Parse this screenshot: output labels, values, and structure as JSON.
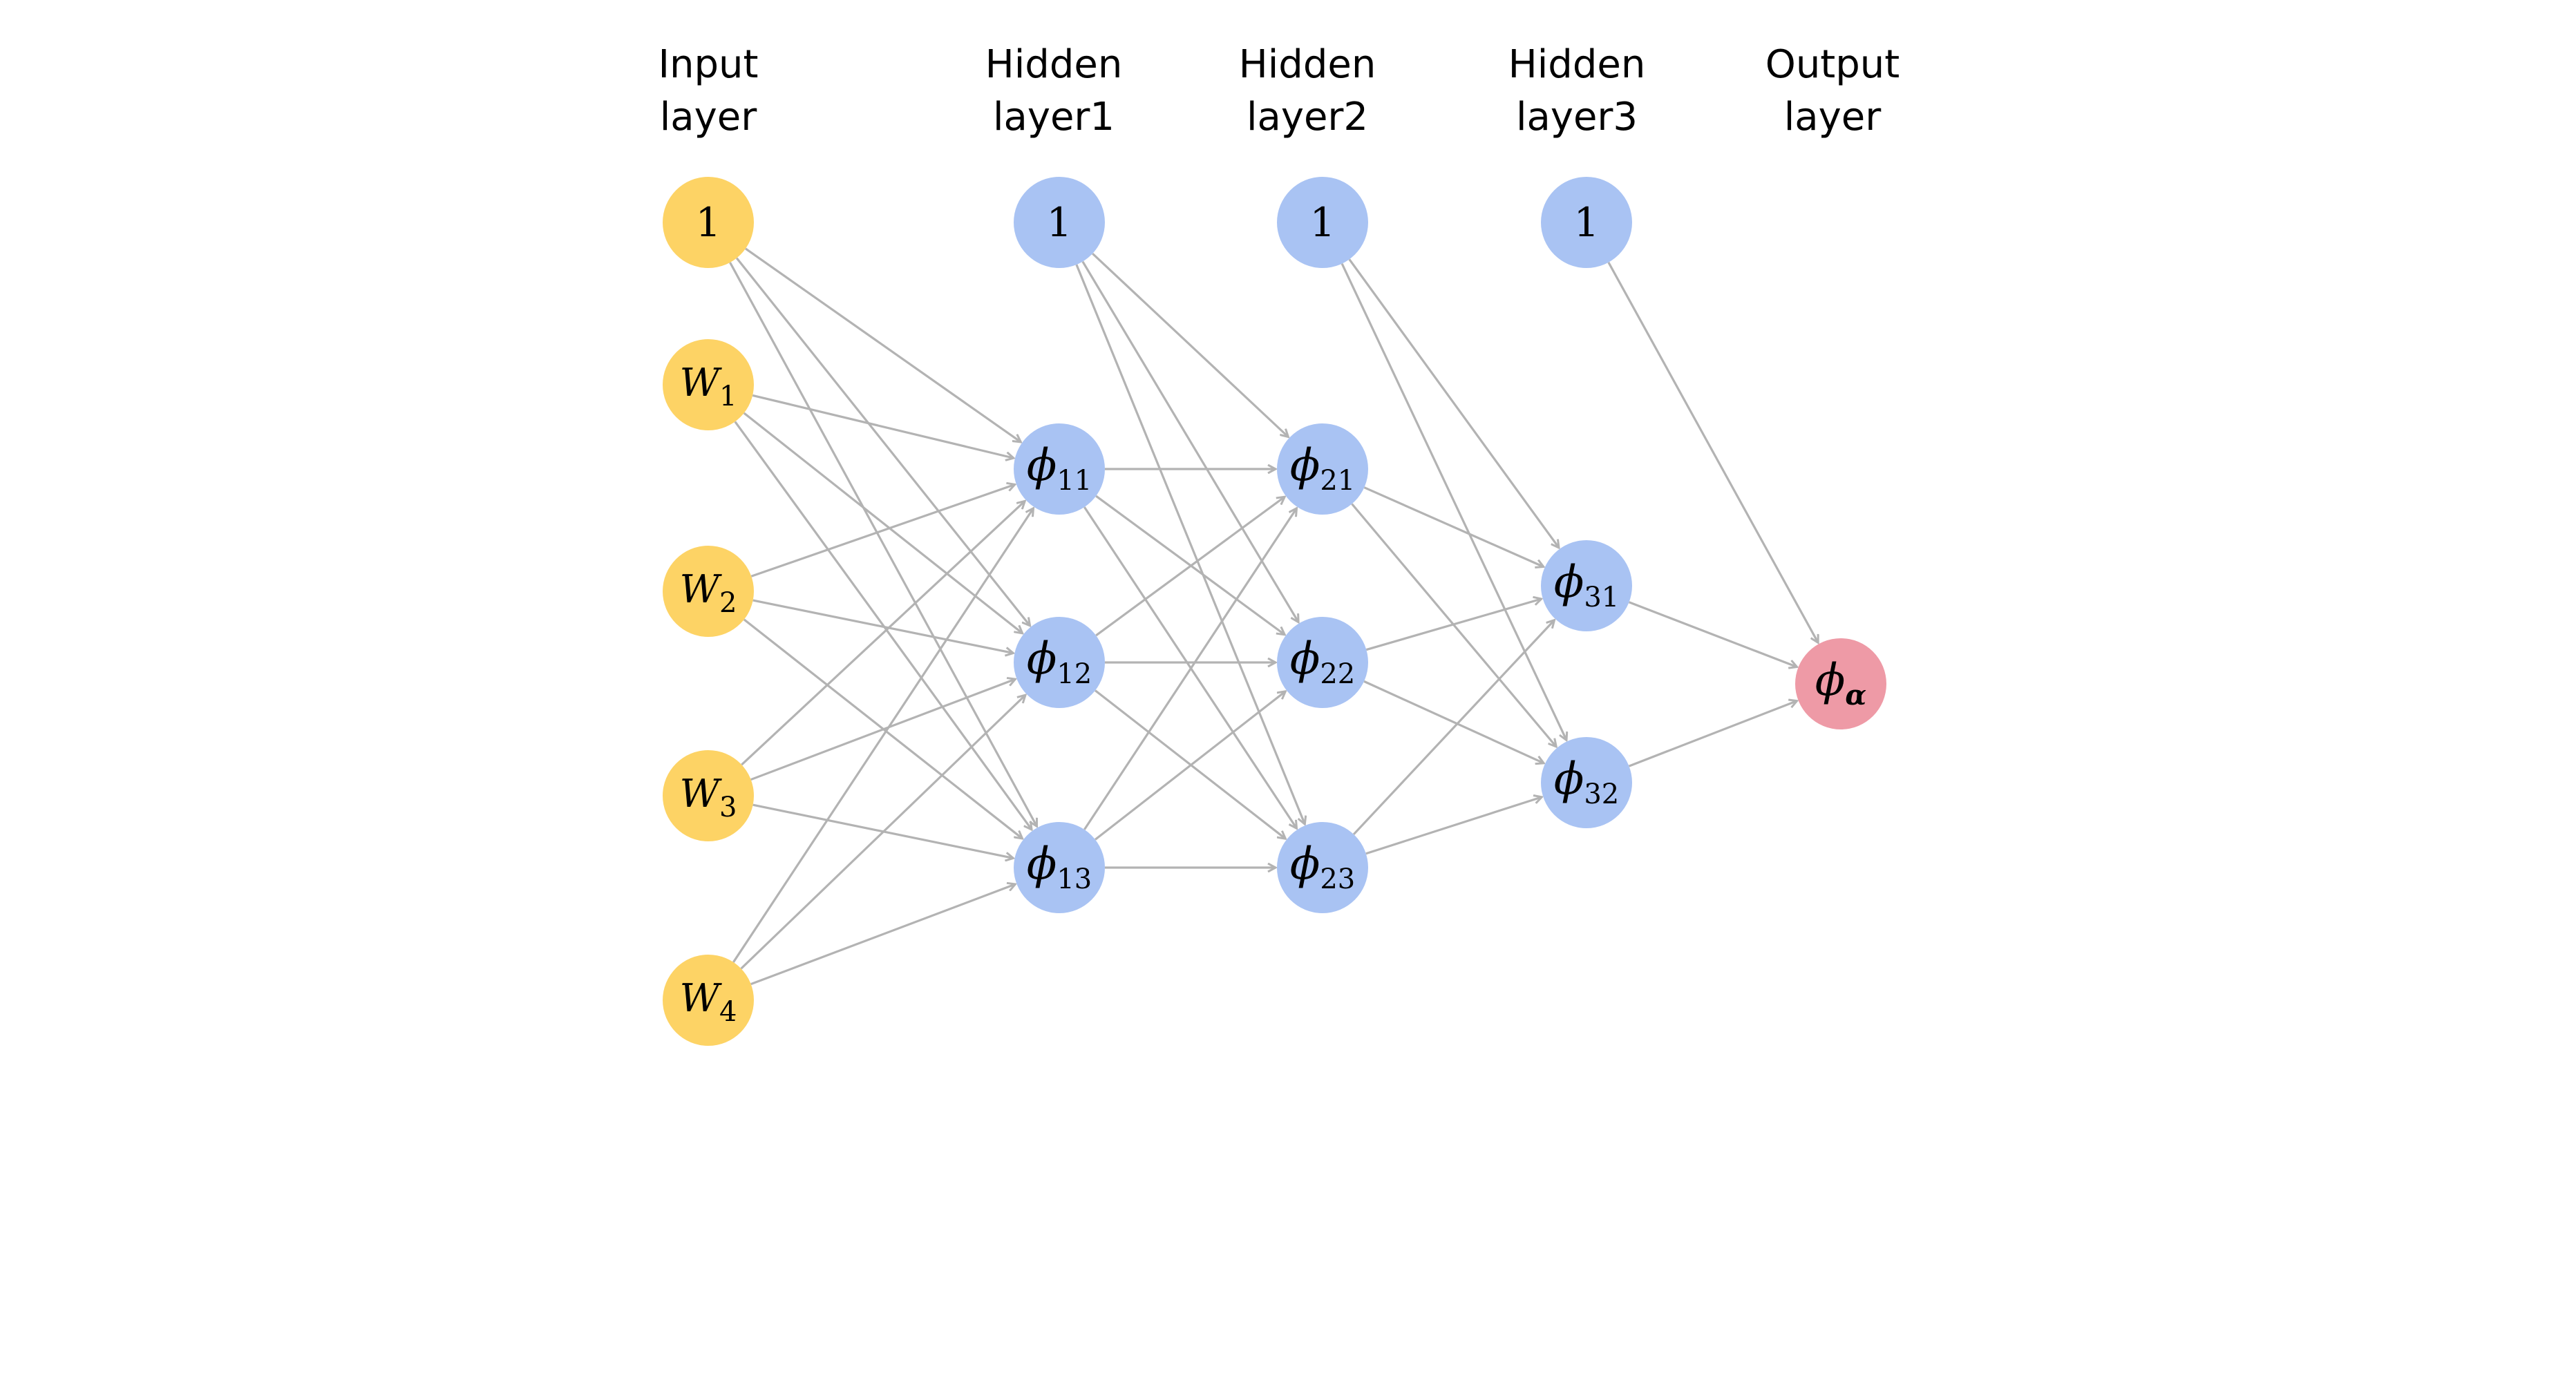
{
  "diagram": {
    "type": "feed-forward neural network",
    "colors": {
      "input": "#fdd365",
      "hidden": "#a9c3f3",
      "output": "#ee9aa6",
      "edge": "#b3b3b3",
      "text": "#000000"
    },
    "layers": [
      {
        "id": "input",
        "title": [
          "Input",
          "layer"
        ],
        "kind": "input",
        "nodes": [
          {
            "id": "in-bias",
            "label": "1",
            "sub": ""
          },
          {
            "id": "in-w1",
            "label": "W",
            "sub": "1"
          },
          {
            "id": "in-w2",
            "label": "W",
            "sub": "2"
          },
          {
            "id": "in-w3",
            "label": "W",
            "sub": "3"
          },
          {
            "id": "in-w4",
            "label": "W",
            "sub": "4"
          }
        ]
      },
      {
        "id": "h1",
        "title": [
          "Hidden",
          "layer1"
        ],
        "kind": "hidden",
        "nodes": [
          {
            "id": "h1-bias",
            "label": "1",
            "sub": ""
          },
          {
            "id": "phi11",
            "label": "ϕ",
            "sub": "11"
          },
          {
            "id": "phi12",
            "label": "ϕ",
            "sub": "12"
          },
          {
            "id": "phi13",
            "label": "ϕ",
            "sub": "13"
          }
        ]
      },
      {
        "id": "h2",
        "title": [
          "Hidden",
          "layer2"
        ],
        "kind": "hidden",
        "nodes": [
          {
            "id": "h2-bias",
            "label": "1",
            "sub": ""
          },
          {
            "id": "phi21",
            "label": "ϕ",
            "sub": "21"
          },
          {
            "id": "phi22",
            "label": "ϕ",
            "sub": "22"
          },
          {
            "id": "phi23",
            "label": "ϕ",
            "sub": "23"
          }
        ]
      },
      {
        "id": "h3",
        "title": [
          "Hidden",
          "layer3"
        ],
        "kind": "hidden",
        "nodes": [
          {
            "id": "h3-bias",
            "label": "1",
            "sub": ""
          },
          {
            "id": "phi31",
            "label": "ϕ",
            "sub": "31"
          },
          {
            "id": "phi32",
            "label": "ϕ",
            "sub": "32"
          }
        ]
      },
      {
        "id": "output",
        "title": [
          "Output",
          "layer"
        ],
        "kind": "output",
        "nodes": [
          {
            "id": "phi-alpha",
            "label": "ϕ",
            "sub": "α"
          }
        ]
      }
    ],
    "edges": [
      [
        "in-bias",
        "phi11"
      ],
      [
        "in-bias",
        "phi12"
      ],
      [
        "in-bias",
        "phi13"
      ],
      [
        "in-w1",
        "phi11"
      ],
      [
        "in-w1",
        "phi12"
      ],
      [
        "in-w1",
        "phi13"
      ],
      [
        "in-w2",
        "phi11"
      ],
      [
        "in-w2",
        "phi12"
      ],
      [
        "in-w2",
        "phi13"
      ],
      [
        "in-w3",
        "phi11"
      ],
      [
        "in-w3",
        "phi12"
      ],
      [
        "in-w3",
        "phi13"
      ],
      [
        "in-w4",
        "phi11"
      ],
      [
        "in-w4",
        "phi12"
      ],
      [
        "in-w4",
        "phi13"
      ],
      [
        "h1-bias",
        "phi21"
      ],
      [
        "h1-bias",
        "phi22"
      ],
      [
        "h1-bias",
        "phi23"
      ],
      [
        "phi11",
        "phi21"
      ],
      [
        "phi11",
        "phi22"
      ],
      [
        "phi11",
        "phi23"
      ],
      [
        "phi12",
        "phi21"
      ],
      [
        "phi12",
        "phi22"
      ],
      [
        "phi12",
        "phi23"
      ],
      [
        "phi13",
        "phi21"
      ],
      [
        "phi13",
        "phi22"
      ],
      [
        "phi13",
        "phi23"
      ],
      [
        "h2-bias",
        "phi31"
      ],
      [
        "h2-bias",
        "phi32"
      ],
      [
        "phi21",
        "phi31"
      ],
      [
        "phi21",
        "phi32"
      ],
      [
        "phi22",
        "phi31"
      ],
      [
        "phi22",
        "phi32"
      ],
      [
        "phi23",
        "phi31"
      ],
      [
        "phi23",
        "phi32"
      ],
      [
        "h3-bias",
        "phi-alpha"
      ],
      [
        "phi31",
        "phi-alpha"
      ],
      [
        "phi32",
        "phi-alpha"
      ]
    ]
  }
}
